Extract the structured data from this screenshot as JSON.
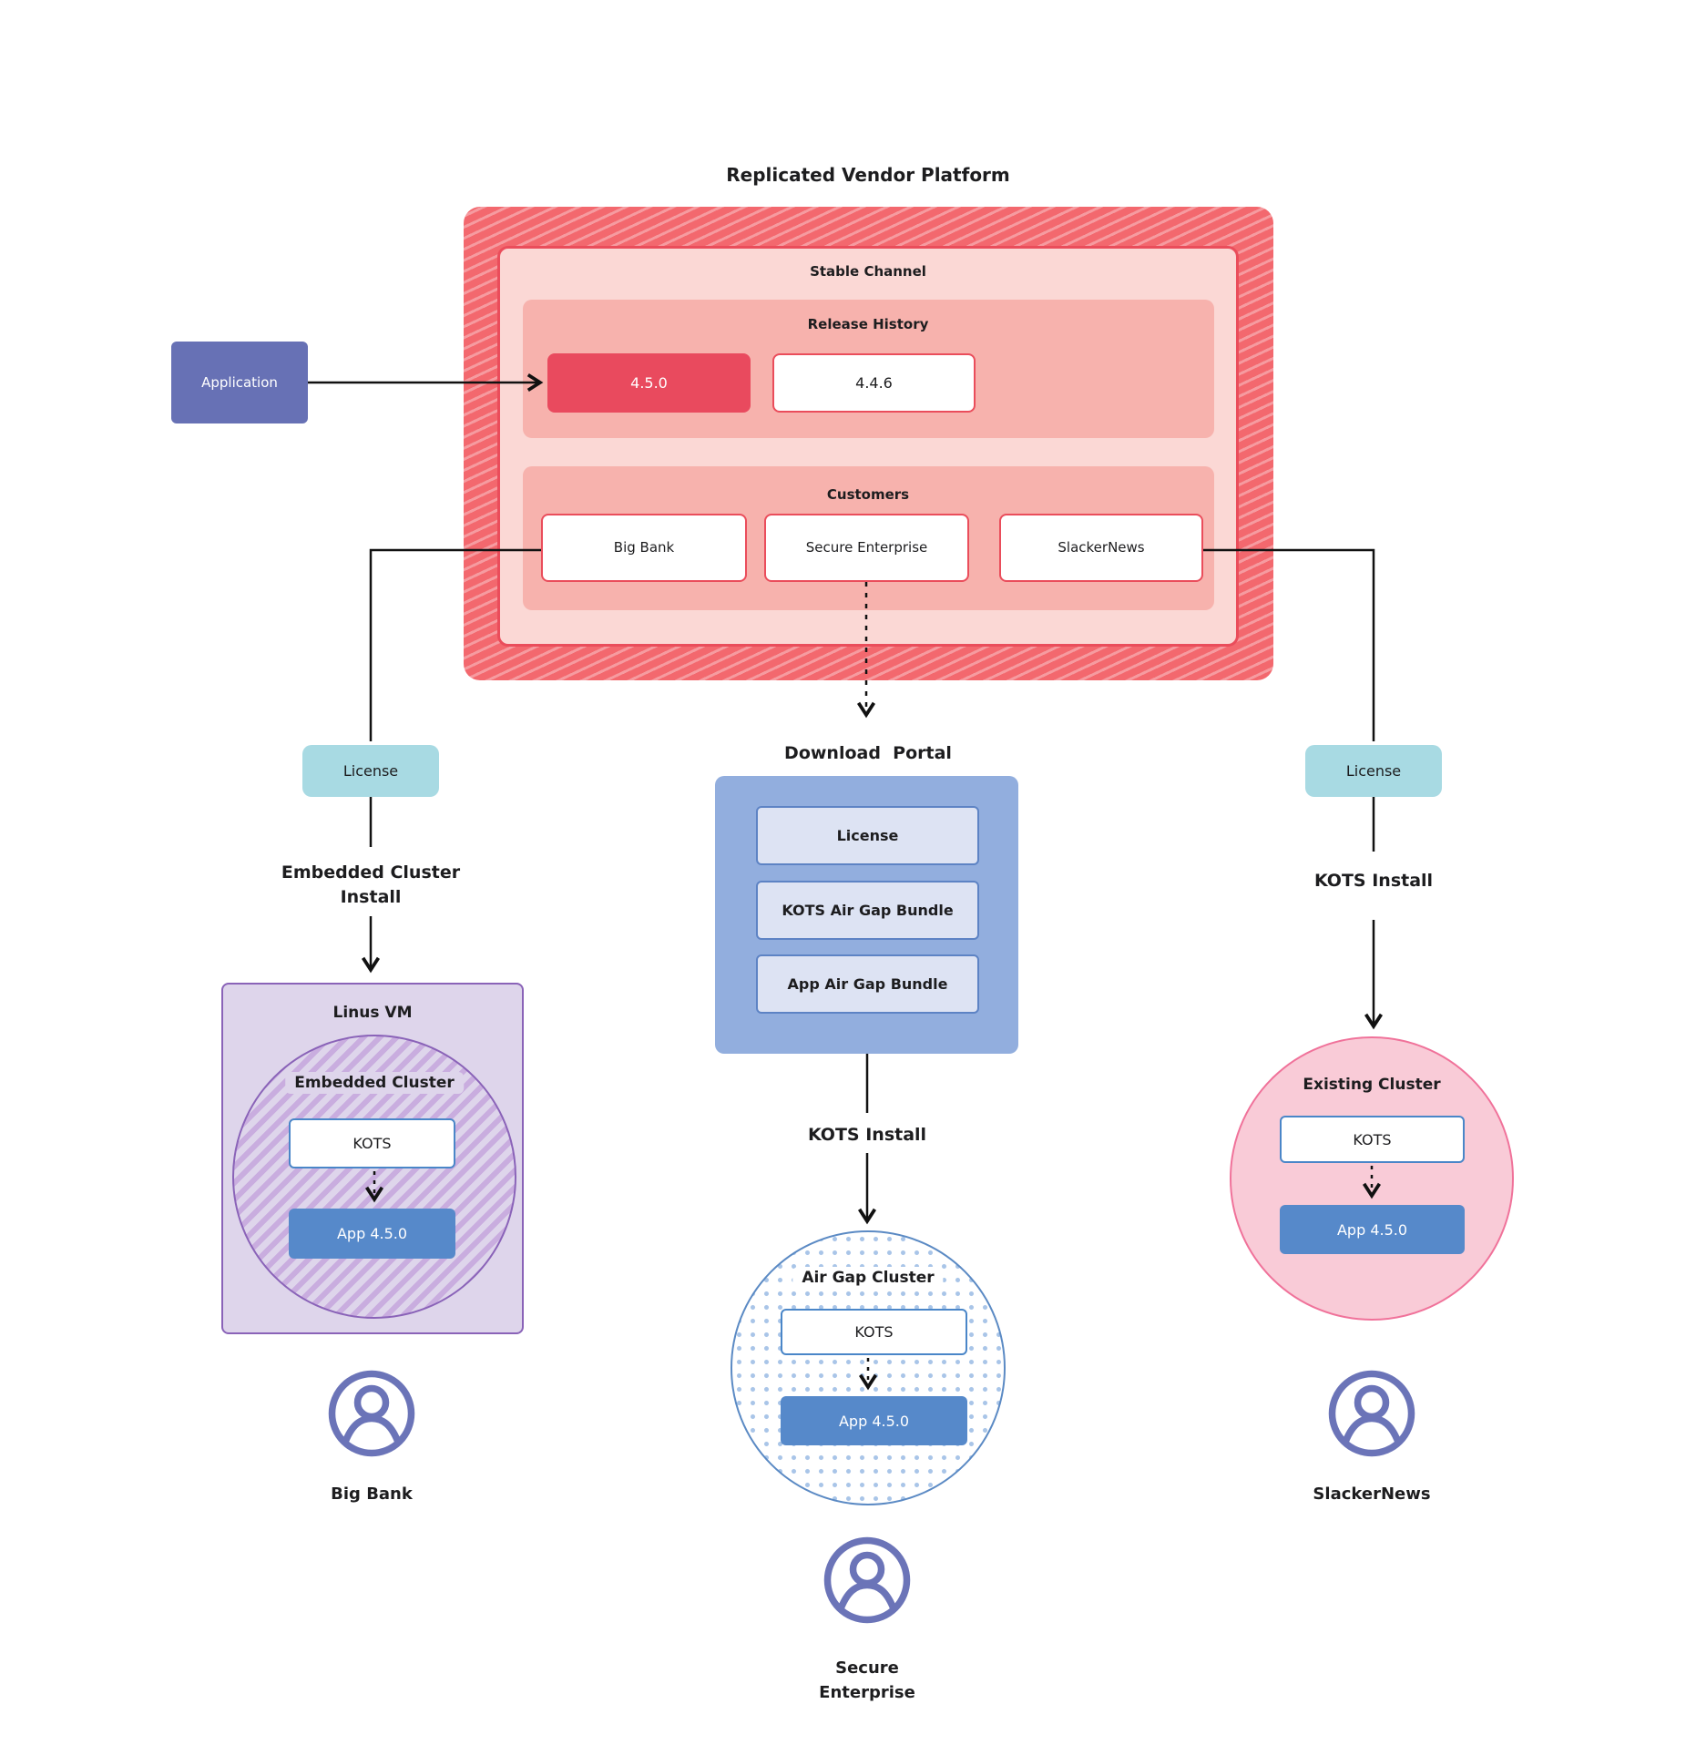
{
  "title": "Replicated Vendor Platform",
  "platform": {
    "stable_channel_label": "Stable Channel",
    "release_history": {
      "label": "Release History",
      "releases": [
        "4.5.0",
        "4.4.6"
      ]
    },
    "customers": {
      "label": "Customers",
      "items": [
        "Big Bank",
        "Secure Enterprise",
        "SlackerNews"
      ]
    }
  },
  "application_label": "Application",
  "download_portal": {
    "label": "Download  Portal",
    "items": [
      "License",
      "KOTS Air Gap Bundle",
      "App Air Gap Bundle"
    ]
  },
  "flows": {
    "left": {
      "license": "License",
      "install": "Embedded Cluster Install",
      "vm_label": "Linus VM",
      "cluster_label": "Embedded Cluster",
      "kots": "KOTS",
      "app": "App 4.5.0",
      "customer": "Big Bank"
    },
    "middle": {
      "install": "KOTS Install",
      "cluster_label": "Air Gap Cluster",
      "kots": "KOTS",
      "app": "App 4.5.0",
      "customer": "Secure Enterprise"
    },
    "right": {
      "license": "License",
      "install": "KOTS Install",
      "cluster_label": "Existing Cluster",
      "kots": "KOTS",
      "app": "App 4.5.0",
      "customer": "SlackerNews"
    }
  },
  "colors": {
    "hatch_base": "#f3686e",
    "hatch_stripe": "#f69ba0",
    "stable_bg": "#fbd8d5",
    "section_bg": "#f7b2ad",
    "red_accent": "#ea4d5b",
    "release_highlight": "#e94a5e",
    "application_purple": "#6771b5",
    "portal_bg": "#92aede",
    "portal_item_bg": "#dde3f3",
    "app_blue": "#5689ca",
    "kots_border": "#4a86c8",
    "license_teal": "#a8dae3",
    "vm_lavender": "#ded5eb",
    "purple_border": "#8a63b8",
    "purple_stripe": "#c9addf",
    "pink_circle": "#f9cbd7",
    "pink_border": "#f0729a",
    "dot_blue": "#a9c5e8",
    "blue_circle_border": "#5b8ac4",
    "user_icon": "#6b74b8"
  }
}
